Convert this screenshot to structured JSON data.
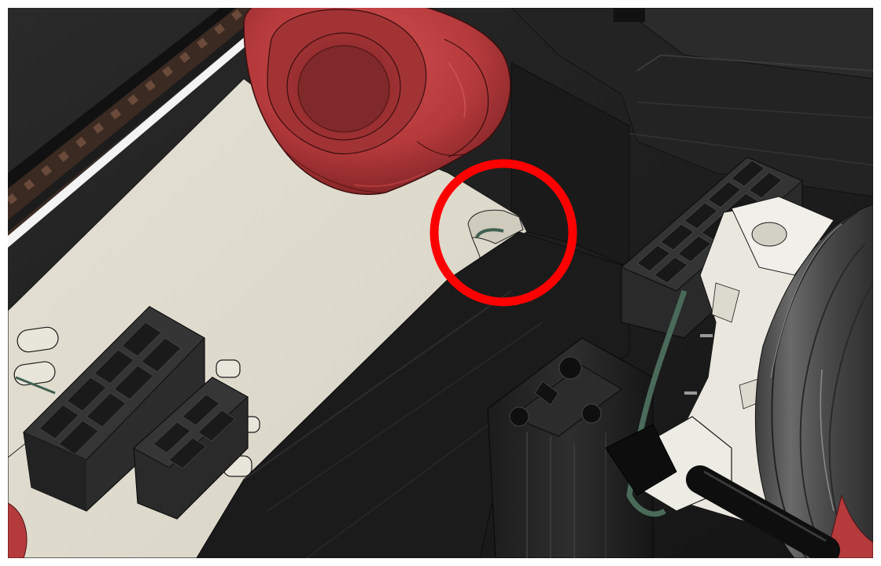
{
  "scene": {
    "annotation_color": "#ff0000",
    "palette": {
      "plate": "#ddd9cc",
      "knob_red": "#b8393c",
      "dark_body": "#1e1e1e",
      "connector": "#2a2a2a",
      "belt": "#3a2a22",
      "white_part": "#eceae3",
      "pcb_green": "#4a6b5a",
      "motor_grey": "#5d5d5d"
    },
    "parts": [
      "timing-belt",
      "base-plate",
      "red-thumb-knob",
      "dark-housing",
      "connector-left-large",
      "connector-left-small",
      "connector-right",
      "aluminium-extrusion",
      "motor-mount",
      "stepper-motor",
      "pcb-board",
      "black-rod",
      "highlight-circle"
    ]
  }
}
